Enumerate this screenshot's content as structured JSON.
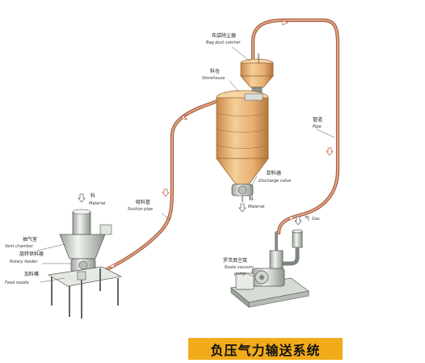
{
  "title": "负压气力输送系统",
  "labels": {
    "bag_dust_catcher": {
      "zh": "布袋除尘器",
      "en": "Bag dust catcher"
    },
    "storehouse": {
      "zh": "料仓",
      "en": "Storehouse"
    },
    "discharge_valve": {
      "zh": "卸料器",
      "en": "Discharge valve"
    },
    "material_out": {
      "zh": "料",
      "en": "Material"
    },
    "pipe": {
      "zh": "管道",
      "en": "Pipe"
    },
    "gas": {
      "zh": "气",
      "en": "Gas"
    },
    "roots_vacuum_pump": {
      "zh": "罗茨真空泵",
      "en1": "Roots vacuum",
      "en2": "pump"
    },
    "material_in": {
      "zh": "料",
      "en": "Material"
    },
    "suction_pipe": {
      "zh": "吸料管",
      "en": "Suction pipe"
    },
    "vent_chamber": {
      "zh": "抽气室",
      "en": "Vent chamber"
    },
    "rotary_feeder": {
      "zh": "旋转供料器",
      "en": "Rotary feeder"
    },
    "feed_nozzle": {
      "zh": "加料嘴",
      "en": "Feed nozzle"
    }
  },
  "colors": {
    "pipe": "#d08a6a",
    "pipe_dark": "#a35a3c",
    "silo": "#e9b77a",
    "silo_dark": "#b8773d",
    "machine": "#dfe5dc",
    "machine_dark": "#7d857d",
    "title_bg": "#f2ac1a"
  }
}
